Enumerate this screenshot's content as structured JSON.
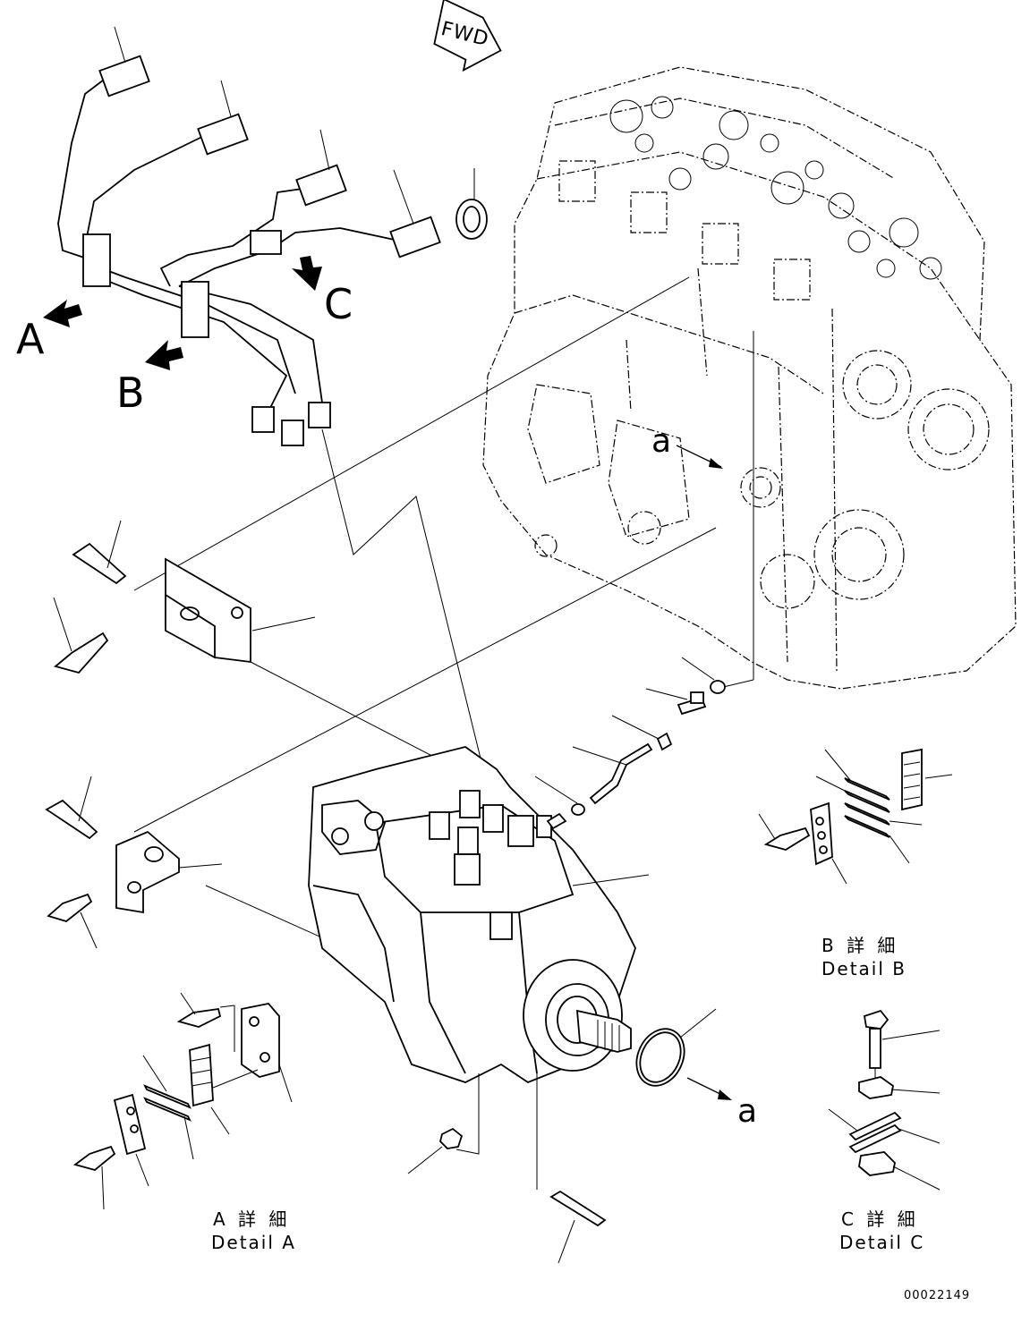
{
  "labels": {
    "fwd": "FWD",
    "view_a": "A",
    "view_b": "B",
    "view_c": "C",
    "a_upper": "a",
    "a_lower": "a",
    "detail_b_jp": "B 詳 細",
    "detail_b_en": "Detail B",
    "detail_a_jp": "A 詳 細",
    "detail_a_en": "Detail A",
    "detail_c_jp": "C 詳 細",
    "detail_c_en": "Detail C",
    "drawing_number": "00022149"
  }
}
